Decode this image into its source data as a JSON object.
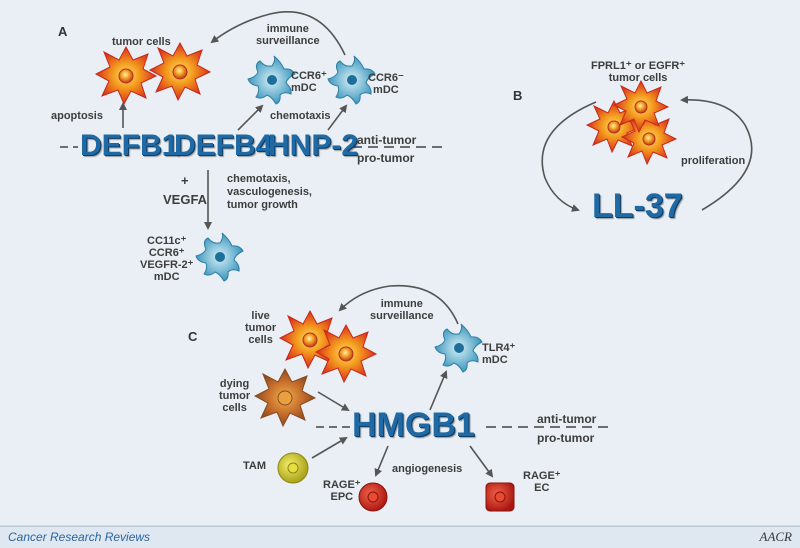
{
  "panels": {
    "a": "A",
    "b": "B",
    "c": "C"
  },
  "panel_a": {
    "tumor_cells": "tumor cells",
    "immune_surveillance": "immune\nsurveillance",
    "ccr6_pos_mdc": "CCR6⁺\nmDC",
    "ccr6_neg_mdc": "CCR6⁻\nmDC",
    "chemotaxis": "chemotaxis",
    "apoptosis": "apoptosis",
    "genes": [
      "DEFB1",
      "DEFB4",
      "HNP-2"
    ],
    "anti_tumor": "anti-tumor",
    "pro_tumor": "pro-tumor",
    "plus": "+",
    "vegfa": "VEGFA",
    "pro_effects": "chemotaxis,\nvasculogenesis,\ntumor growth",
    "cd11c_mdc": "CC11c⁺\nCCR6⁺\nVEGFR-2⁺\nmDC"
  },
  "panel_b": {
    "receptor_cells": "FPRL1⁺ or EGFR⁺\ntumor cells",
    "proliferation": "proliferation",
    "peptide": "LL-37"
  },
  "panel_c": {
    "live_cells": "live\ntumor\ncells",
    "immune_surveillance": "immune\nsurveillance",
    "tlr4_mdc": "TLR4⁺\nmDC",
    "dying_cells": "dying\ntumor\ncells",
    "protein": "HMGB1",
    "anti_tumor": "anti-tumor",
    "pro_tumor": "pro-tumor",
    "tam": "TAM",
    "angiogenesis": "angiogenesis",
    "rage_epc": "RAGE⁺\nEPC",
    "rage_ec": "RAGE⁺\nEC"
  },
  "footer": {
    "journal": "Cancer Research Reviews",
    "logo": "AACR"
  },
  "colors": {
    "background": "#e9eff4",
    "title_blue": "#1f6aa5",
    "tumor_red": "#e0321e",
    "tumor_orange": "#f39a1e",
    "dying_cell": "#c46b2a",
    "dc_blue": "#4aa3c8",
    "tam_yellow": "#c9c41c",
    "cell_red": "#c8201e",
    "arrow_grey": "#555555"
  }
}
